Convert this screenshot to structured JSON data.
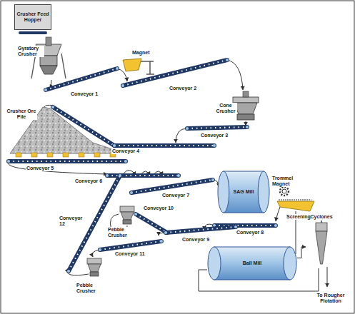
{
  "diagram": {
    "nodes": [
      {
        "text": [
          "Crusher Feed Hopper"
        ]
      },
      {
        "text": [
          "SAG Mill"
        ]
      },
      {
        "text": [
          "Ball Mill"
        ]
      },
      {
        "text": [
          "Cyclones"
        ]
      }
    ],
    "edges": [
      {
        "from": 2,
        "to": 3,
        "arrow": "to"
      }
    ],
    "labels": [
      "Gyratory Crusher",
      "Magnet",
      "Conveyor 1",
      "Conveyor 2",
      "Cone Crusher",
      "Conveyor 3",
      "Crusher Ore Pile",
      "Conveyor 4",
      "Conveyor 5",
      "Conveyor 6",
      "Conveyor 7",
      "Trommel Magnet",
      "Screening",
      "Conveyor 10",
      "Pebble Crusher",
      "Conveyor 12",
      "Conveyor 8",
      "Conveyor 9",
      "Conveyor 11",
      "Pebble Crusher",
      "To Rougher Flotation"
    ]
  }
}
